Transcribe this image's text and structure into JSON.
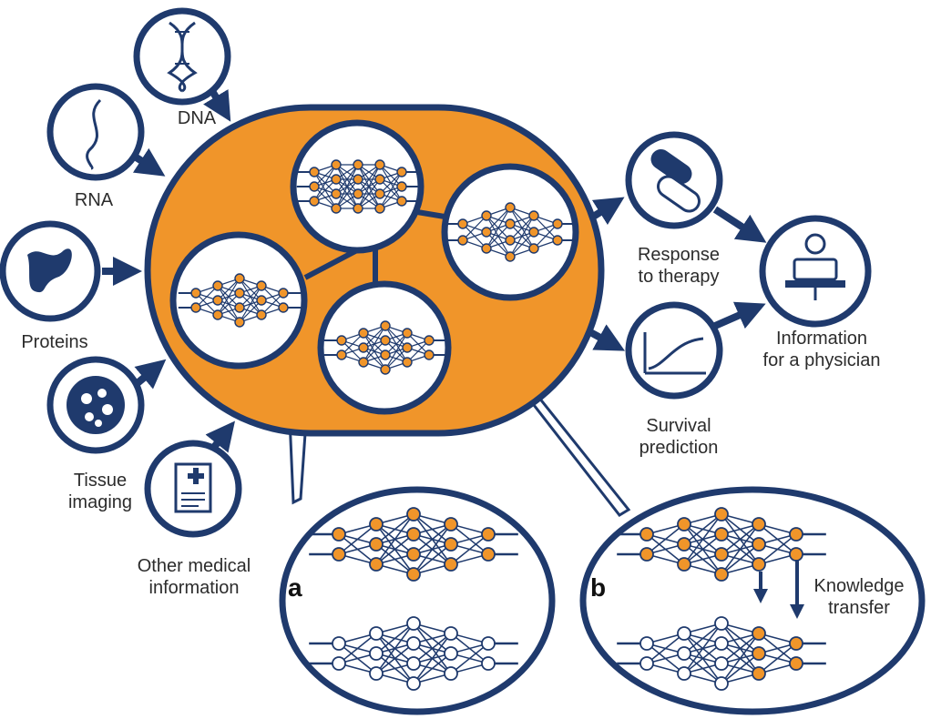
{
  "colors": {
    "navy": "#1f3a6d",
    "orange": "#f0952a",
    "white": "#ffffff",
    "text": "#2c2c2c"
  },
  "inputs": [
    {
      "id": "dna",
      "label": "DNA",
      "icon": "dna-icon"
    },
    {
      "id": "rna",
      "label": "RNA",
      "icon": "rna-icon"
    },
    {
      "id": "proteins",
      "label": "Proteins",
      "icon": "protein-icon"
    },
    {
      "id": "tissue",
      "label": "Tissue\nimaging",
      "icon": "tissue-icon"
    },
    {
      "id": "other",
      "label": "Other medical\ninformation",
      "icon": "medical-document-icon"
    }
  ],
  "outputs": [
    {
      "id": "therapy",
      "label": "Response\nto therapy",
      "icon": "pill-capsules-icon"
    },
    {
      "id": "survival",
      "label": "Survival\nprediction",
      "icon": "survival-curve-icon"
    },
    {
      "id": "physician",
      "label": "Information\nfor a physician",
      "icon": "physician-icon"
    }
  ],
  "panels": [
    {
      "id": "a",
      "label": "a"
    },
    {
      "id": "b",
      "label": "b",
      "annotation": "Knowledge\ntransfer"
    }
  ]
}
